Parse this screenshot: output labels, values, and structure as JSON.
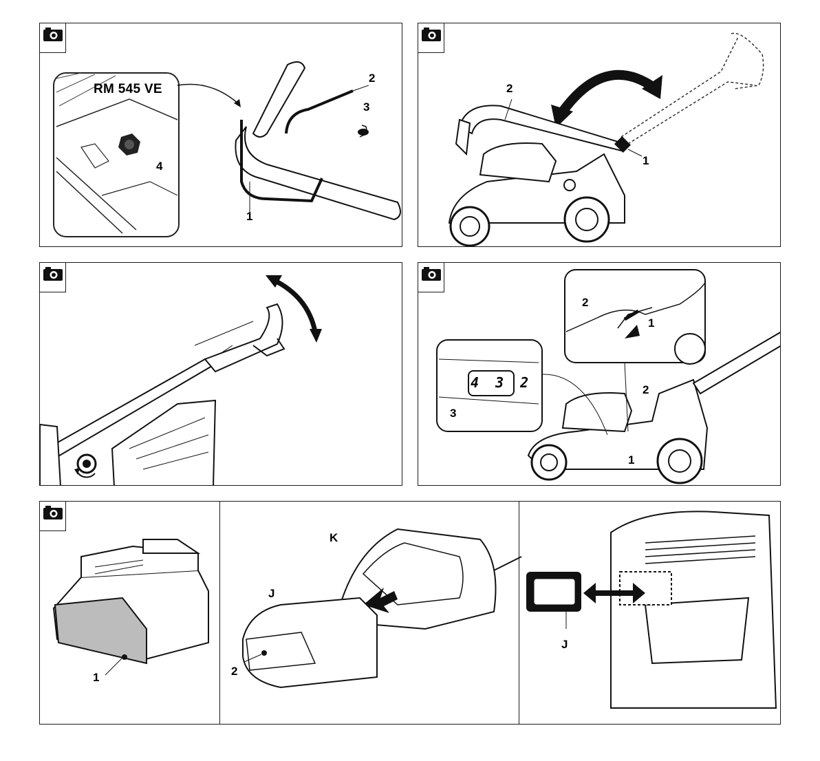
{
  "icons": {
    "camera": "camera-icon"
  },
  "fig1": {
    "model": "RM 545 VE",
    "l1": "1",
    "l2": "2",
    "l3": "3",
    "l4": "4"
  },
  "fig2": {
    "l1": "1",
    "l2": "2"
  },
  "fig4": {
    "inset_l1": "1",
    "inset_l2": "2",
    "gear_text": "4 3 2",
    "l3": "3",
    "l2": "2",
    "l1": "1"
  },
  "fig5": {
    "l1": "1",
    "j_left": "J",
    "k": "K",
    "l2": "2",
    "j_right": "J"
  }
}
